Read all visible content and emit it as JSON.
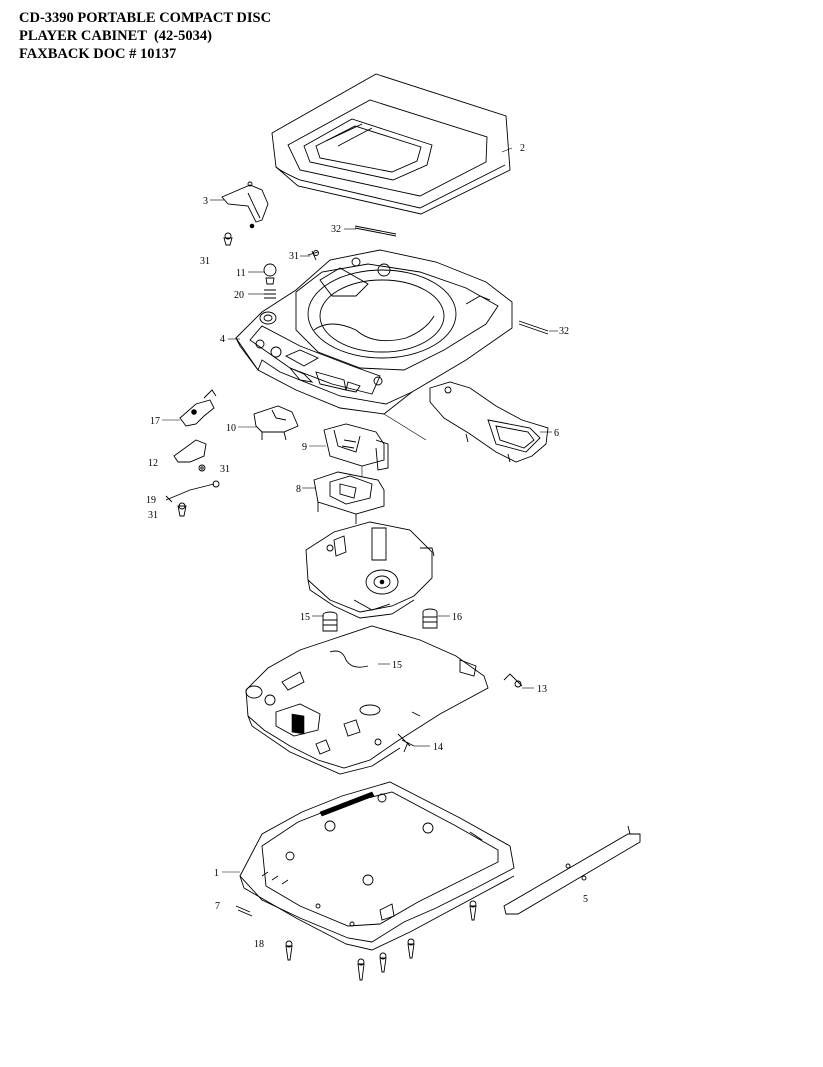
{
  "document": {
    "title_lines": [
      "CD-3390 PORTABLE COMPACT DISC",
      "PLAYER CABINET  (42-5034)",
      "FAXBACK DOC # 10137"
    ]
  },
  "callouts": [
    {
      "id": "c2",
      "label": "2"
    },
    {
      "id": "c3",
      "label": "3"
    },
    {
      "id": "c31a",
      "label": "31"
    },
    {
      "id": "c32a",
      "label": "32"
    },
    {
      "id": "c31b",
      "label": "31"
    },
    {
      "id": "c11",
      "label": "11"
    },
    {
      "id": "c20",
      "label": "20"
    },
    {
      "id": "c32b",
      "label": "32"
    },
    {
      "id": "c4",
      "label": "4"
    },
    {
      "id": "c17",
      "label": "17"
    },
    {
      "id": "c10",
      "label": "10"
    },
    {
      "id": "c6",
      "label": "6"
    },
    {
      "id": "c9",
      "label": "9"
    },
    {
      "id": "c12",
      "label": "12"
    },
    {
      "id": "c31c",
      "label": "31"
    },
    {
      "id": "c8",
      "label": "8"
    },
    {
      "id": "c19",
      "label": "19"
    },
    {
      "id": "c31d",
      "label": "31"
    },
    {
      "id": "c15a",
      "label": "15"
    },
    {
      "id": "c16",
      "label": "16"
    },
    {
      "id": "c15b",
      "label": "15"
    },
    {
      "id": "c13",
      "label": "13"
    },
    {
      "id": "c14",
      "label": "14"
    },
    {
      "id": "c1",
      "label": "1"
    },
    {
      "id": "c5",
      "label": "5"
    },
    {
      "id": "c7",
      "label": "7"
    },
    {
      "id": "c18",
      "label": "18"
    }
  ]
}
